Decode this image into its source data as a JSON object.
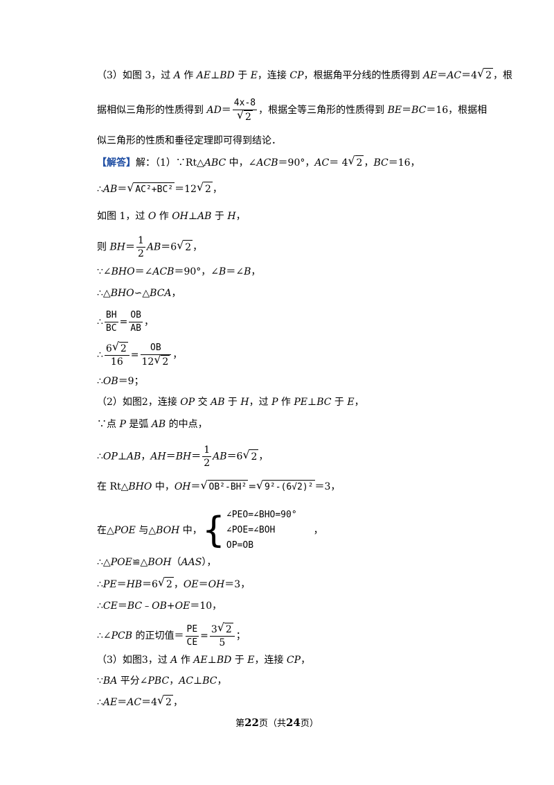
{
  "lines": {
    "l1_a": "（3）如图 3，过 ",
    "l1_b": "A",
    "l1_c": " 作 ",
    "l1_d": "AE",
    "l1_e": "⊥",
    "l1_f": "BD",
    "l1_g": " 于 ",
    "l1_h": "E",
    "l1_i": "，连接 ",
    "l1_j": "CP",
    "l1_k": "，根据角平分线的性质得到 ",
    "l1_l": "AE",
    "l1_m": "＝",
    "l1_n": "AC",
    "l1_o": "＝4",
    "l1_p": "，根",
    "l2_a": "据相似三角形的性质得到 ",
    "l2_b": "AD",
    "l2_c": "＝",
    "l2_num": "4x-8",
    "l2_den": "2",
    "l2_d": "，根据全等三角形的性质得到 ",
    "l2_e": "BE",
    "l2_f": "＝",
    "l2_g": "BC",
    "l2_h": "＝16，根据相",
    "l3": "似三角形的性质和垂径定理即可得到结论．",
    "l4_tag": "【解答】",
    "l4_a": "解：（1）∵Rt△",
    "l4_b": "ABC",
    "l4_c": " 中，∠",
    "l4_d": "ACB",
    "l4_e": "＝90°，",
    "l4_f": "AC",
    "l4_g": "＝ 4",
    "l4_h": "，",
    "l4_i": "BC",
    "l4_j": "＝16，",
    "l5_a": "∴",
    "l5_b": "AB",
    "l5_c": "＝",
    "l5_rad": "AC²+BC²",
    "l5_d": "＝12",
    "l5_e": "，",
    "l6_a": "如图 1，过 ",
    "l6_b": "O",
    "l6_c": " 作 ",
    "l6_d": "OH",
    "l6_e": "⊥",
    "l6_f": "AB",
    "l6_g": " 于 ",
    "l6_h": "H",
    "l6_i": "，",
    "l7_a": "则 ",
    "l7_b": "BH",
    "l7_c": "＝",
    "l7_num": "1",
    "l7_den": "2",
    "l7_d": "AB",
    "l7_e": "＝6",
    "l7_f": "，",
    "l8_a": "∵∠",
    "l8_b": "BHO",
    "l8_c": "＝∠",
    "l8_d": "ACB",
    "l8_e": "＝90°，∠",
    "l8_f": "B",
    "l8_g": "＝∠",
    "l8_h": "B",
    "l8_i": "，",
    "l9_a": "∴△",
    "l9_b": "BHO",
    "l9_c": "∽△",
    "l9_d": "BCA",
    "l9_e": "，",
    "l10_a": "∴",
    "l10_n1": "BH",
    "l10_d1": "BC",
    "l10_eq": "=",
    "l10_n2": "OB",
    "l10_d2": "AB",
    "l10_e": "，",
    "l11_a": "∴",
    "l11_n1": "6",
    "l11_d1": "16",
    "l11_eq": "=",
    "l11_n2": "OB",
    "l11_d2": "12",
    "l11_e": "，",
    "l12_a": "∴",
    "l12_b": "OB",
    "l12_c": "＝9；",
    "l13_a": "（2）如图2，连接 ",
    "l13_b": "OP",
    "l13_c": " 交 ",
    "l13_d": "AB",
    "l13_e": " 于 ",
    "l13_f": "H",
    "l13_g": "，过 ",
    "l13_h": "P",
    "l13_i": " 作 ",
    "l13_j": "PE",
    "l13_k": "⊥",
    "l13_l": "BC",
    "l13_m": " 于 ",
    "l13_n": "E",
    "l13_o": "，",
    "l14_a": "∵点 ",
    "l14_b": "P",
    "l14_c": " 是弧 ",
    "l14_d": "AB",
    "l14_e": " 的中点，",
    "l15_a": "∴",
    "l15_b": "OP",
    "l15_c": "⊥",
    "l15_d": "AB",
    "l15_e": "，",
    "l15_f": "AH",
    "l15_g": "＝",
    "l15_h": "BH",
    "l15_i": "＝",
    "l15_num": "1",
    "l15_den": "2",
    "l15_j": "AB",
    "l15_k": "＝6",
    "l15_l": "，",
    "l16_a": "在 Rt△",
    "l16_b": "BHO",
    "l16_c": " 中，",
    "l16_d": "OH",
    "l16_e": "＝",
    "l16_rad1": "OB²-BH²",
    "l16_f": "=",
    "l16_rad2": "9²-(6√2)²",
    "l16_g": "＝3，",
    "l17_a": "在△",
    "l17_b": "POE",
    "l17_c": " 与△",
    "l17_d": "BOH",
    "l17_e": " 中，",
    "l17_r1": "∠PEO=∠BHO=90°",
    "l17_r2": "∠POE=∠BOH",
    "l17_r3": "OP=OB",
    "l17_f": "，",
    "l18_a": "∴△",
    "l18_b": "POE",
    "l18_c": "≌△",
    "l18_d": "BOH",
    "l18_e": "（",
    "l18_f": "AAS",
    "l18_g": "），",
    "l19_a": "∴",
    "l19_b": "PE",
    "l19_c": "＝",
    "l19_d": "HB",
    "l19_e": "＝6",
    "l19_f": "，",
    "l19_g": "OE",
    "l19_h": "＝",
    "l19_i": "OH",
    "l19_j": "＝3，",
    "l20_a": "∴",
    "l20_b": "CE",
    "l20_c": "＝",
    "l20_d": "BC",
    "l20_e": "﹣",
    "l20_f": "OB",
    "l20_g": "+",
    "l20_h": "OE",
    "l20_i": "＝10，",
    "l21_a": "∴∠",
    "l21_b": "PCB",
    "l21_c": " 的正切值＝",
    "l21_n1": "PE",
    "l21_d1": "CE",
    "l21_eq": "=",
    "l21_n2": "3",
    "l21_d2": "5",
    "l21_e": "；",
    "l22_a": "（3）如图3，过 ",
    "l22_b": "A",
    "l22_c": " 作 ",
    "l22_d": "AE",
    "l22_e": "⊥",
    "l22_f": "BD",
    "l22_g": " 于 ",
    "l22_h": "E",
    "l22_i": "，连接 ",
    "l22_j": "CP",
    "l22_k": "，",
    "l23_a": "∵",
    "l23_b": "BA",
    "l23_c": " 平分∠",
    "l23_d": "PBC",
    "l23_e": "，",
    "l23_f": "AC",
    "l23_g": "⊥",
    "l23_h": "BC",
    "l23_i": "，",
    "l24_a": "∴",
    "l24_b": "AE",
    "l24_c": "＝",
    "l24_d": "AC",
    "l24_e": "＝4",
    "l24_f": "，"
  },
  "sqrt_arg": "2",
  "footer": {
    "pre": "第",
    "page": "22",
    "mid": "页（共",
    "total": "24",
    "post": "页）"
  }
}
